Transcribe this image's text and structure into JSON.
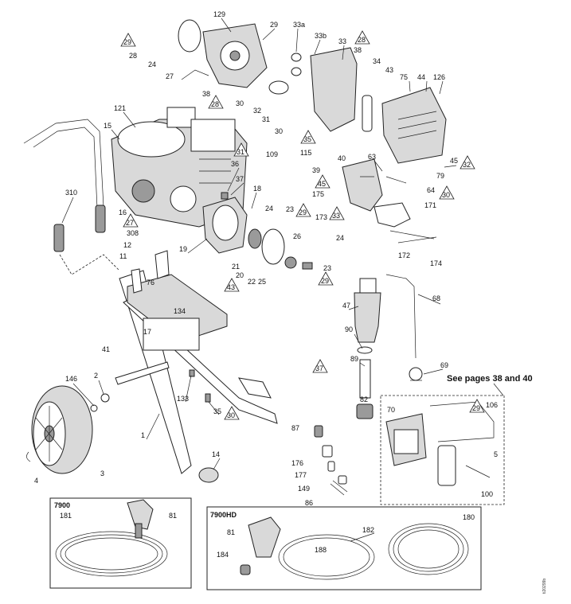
{
  "callouts": {
    "c129": "129",
    "c29a": "29",
    "c33a": "33a",
    "c33b": "33b",
    "c33": "33",
    "c28a": "28",
    "c24a": "24",
    "c27": "27",
    "c38a": "38",
    "c28b": "28",
    "c30a": "30",
    "c32a": "32",
    "c31": "31",
    "c30b": "30",
    "c38b": "38",
    "c34": "34",
    "c43": "43",
    "c75": "75",
    "c44": "44",
    "c126": "126",
    "c121": "121",
    "c15": "15",
    "c36": "36",
    "c37": "37",
    "c109": "109",
    "c115": "115",
    "c39": "39",
    "c40": "40",
    "c63": "63",
    "c45": "45",
    "c79": "79",
    "c64": "64",
    "c175": "175",
    "c310": "310",
    "c16": "16",
    "c18": "18",
    "c24b": "24",
    "c23a": "23",
    "c173": "173",
    "c171": "171",
    "c24c": "24",
    "c308": "308",
    "c12": "12",
    "c11": "11",
    "c76": "76",
    "c19": "19",
    "c21": "21",
    "c20": "20",
    "c22": "22",
    "c25": "25",
    "c26": "26",
    "c23b": "23",
    "c172": "172",
    "c174": "174",
    "c134": "134",
    "c17": "17",
    "c41": "41",
    "c47": "47",
    "c68": "68",
    "c90": "90",
    "c89": "89",
    "c69": "69",
    "c146": "146",
    "c2": "2",
    "c133": "133",
    "c35": "35",
    "c82": "82",
    "c70": "70",
    "c106": "106",
    "c1": "1",
    "c87": "87",
    "c176": "176",
    "c5": "5",
    "c14": "14",
    "c177": "177",
    "c149": "149",
    "c100": "100",
    "c4": "4",
    "c3": "3",
    "c86": "86",
    "c181": "181",
    "c81a": "81",
    "c81b": "81",
    "c182": "182",
    "c180": "180",
    "c184": "184",
    "c188": "188"
  },
  "warning_refs": {
    "t29a": "29",
    "t28a": "28",
    "t28b": "28",
    "t35": "35",
    "t31": "31",
    "t32": "32",
    "t45": "45",
    "t29b": "29",
    "t30a": "30",
    "t33": "33",
    "t27": "27",
    "t43": "43",
    "t29c": "29",
    "t37": "37",
    "t30b": "30",
    "t29d": "29"
  },
  "note": "See pages 38 and 40",
  "kits": {
    "left_label": "7900",
    "right_label": "7900HD"
  },
  "figure_id": "ti20299b"
}
